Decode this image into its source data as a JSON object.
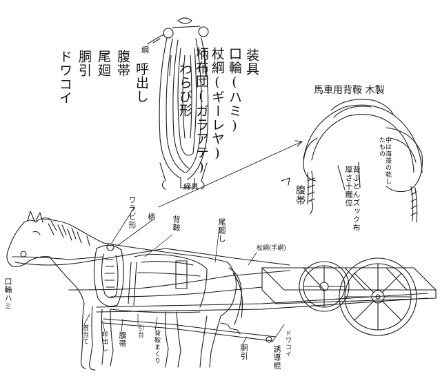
{
  "diagram": {
    "legend_title": "装具",
    "legend_items": [
      "口輪(ハミ)",
      "杖綱(ギーレヤ)",
      "柄布団(ガラアテ)",
      "わらび形",
      "呼出し",
      "腹帯",
      "尾廻",
      "胴引",
      "ドワコイ"
    ],
    "top_labels": {
      "rope": "綱",
      "breast": "締具"
    },
    "saddle_title": "馬車用背鞍 木製",
    "saddle_labels": {
      "inner": "中は海藻の乾したもの",
      "futon": "背ぶとんズック布厚さ十糎位",
      "belly": "腹帯"
    },
    "horse_labels": {
      "warabi": "ワラビ形",
      "gara": "柄",
      "seikura": "背鞍",
      "obimawari": "尾廻し",
      "tsuezuna": "杖綱(手綱)",
      "kuchiwa": "口輪ハミ",
      "kuchibiki": "首当て",
      "yobidashi": "呼出し",
      "haraobi": "腹帯",
      "hikidai": "引台",
      "seikuramakuri": "背鞍まくり",
      "dobiki": "胴引",
      "dowakoi": "ドワコイ",
      "yuudou": "誘導棍"
    }
  }
}
